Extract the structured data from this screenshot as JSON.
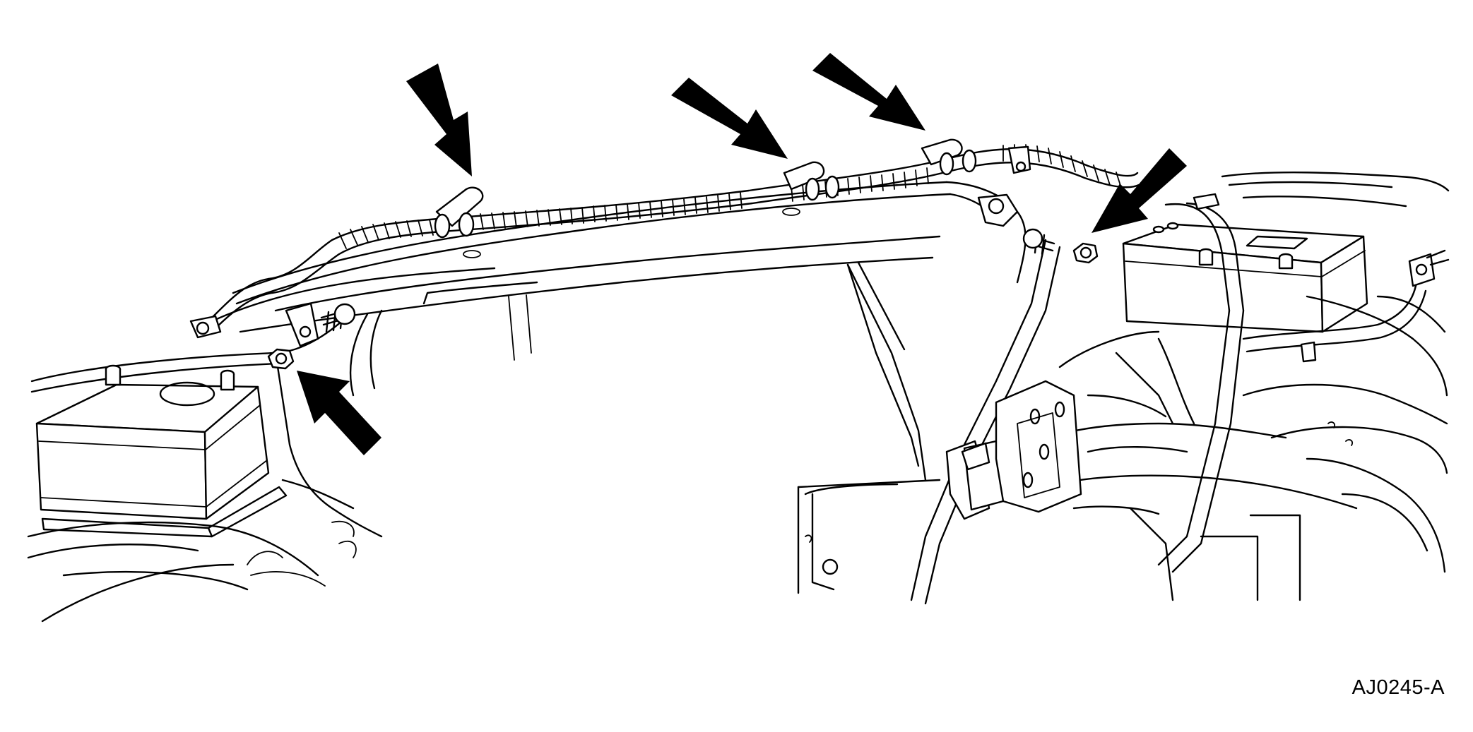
{
  "figure": {
    "code": "AJ0245-A"
  },
  "colors": {
    "line": "#000000",
    "background": "#ffffff"
  },
  "callouts": [
    {
      "name": "arrow-left-clip",
      "icon": "arrow-down-right-icon"
    },
    {
      "name": "arrow-middle-clip",
      "icon": "arrow-down-right-icon"
    },
    {
      "name": "arrow-right-clip",
      "icon": "arrow-down-right-icon"
    },
    {
      "name": "arrow-right-nut",
      "icon": "arrow-down-left-icon"
    },
    {
      "name": "arrow-left-nut",
      "icon": "arrow-up-left-icon"
    }
  ]
}
